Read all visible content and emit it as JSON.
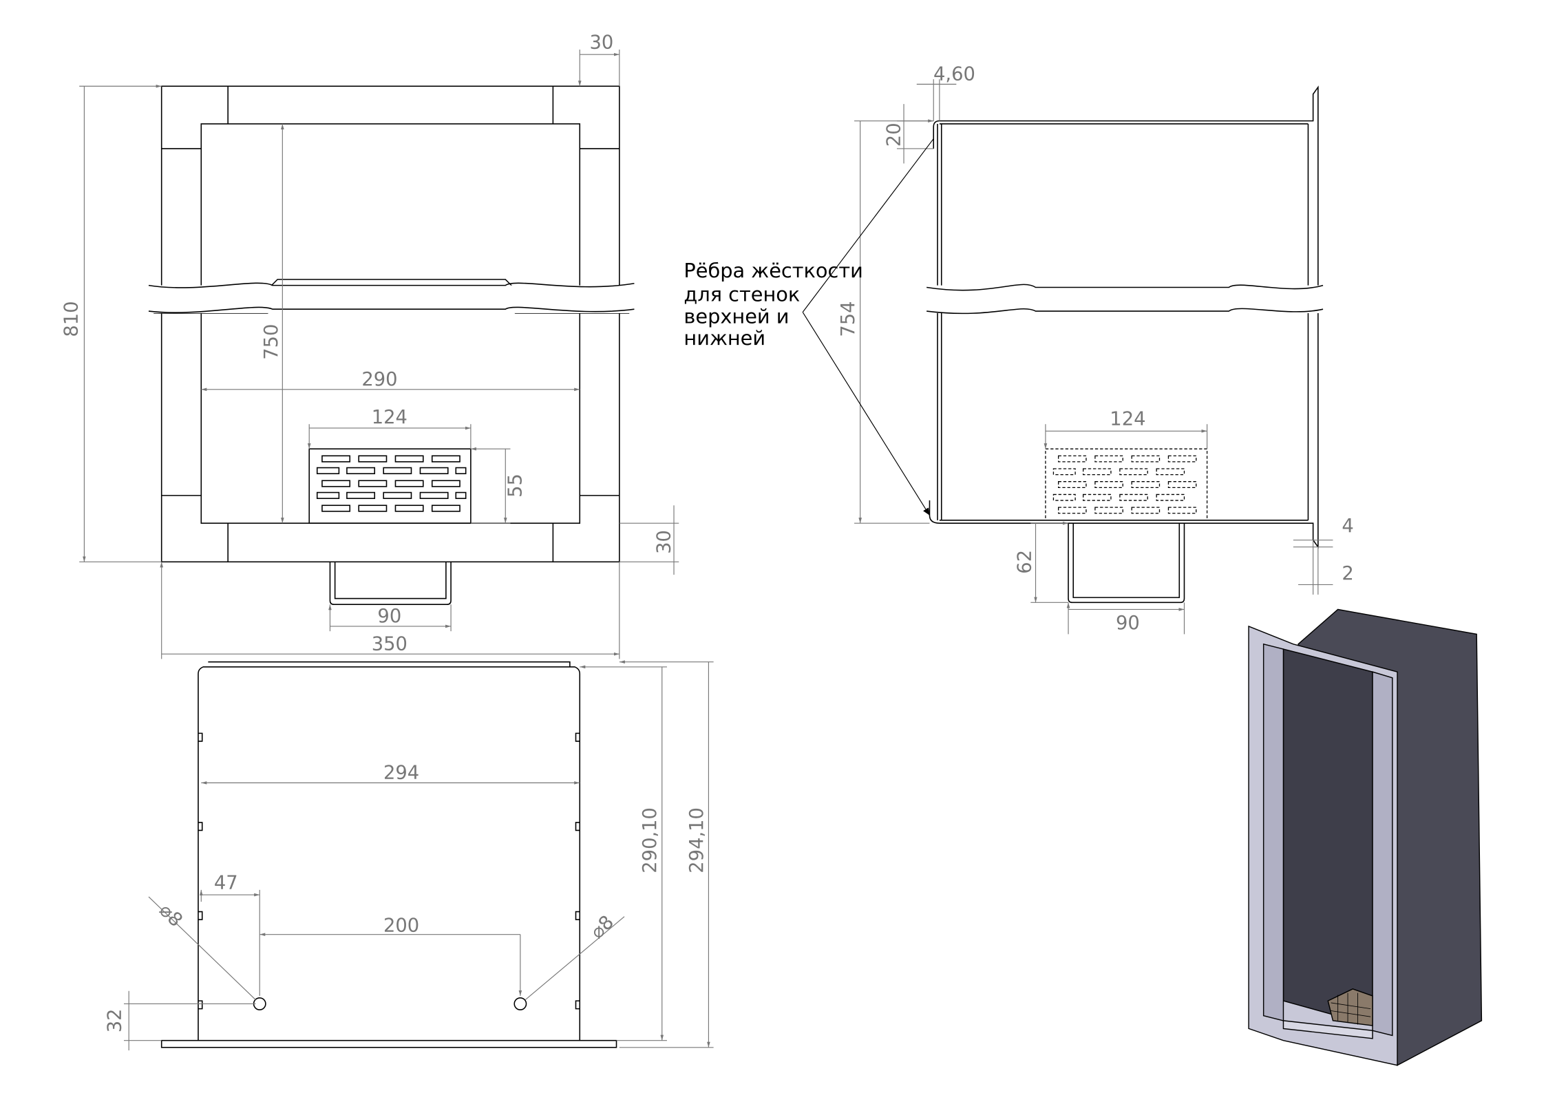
{
  "front_view": {
    "dims": {
      "top_frame": "30",
      "height_total": "810",
      "inner_height": "750",
      "inner_width": "290",
      "grille_width": "124",
      "grille_height": "55",
      "bottom_frame": "30",
      "drain_width": "90",
      "total_width": "350"
    }
  },
  "bottom_view": {
    "dims": {
      "width": "294",
      "depth_inner": "290,10",
      "depth_outer": "294,10",
      "hole_offset": "47",
      "hole_spacing": "200",
      "hole_dia_left": "⌀8",
      "hole_dia_right": "⌀8",
      "hole_height": "32"
    }
  },
  "side_view": {
    "dims": {
      "lip": "4,60",
      "lip_height": "20",
      "height": "754",
      "grille_width": "124",
      "drain_height": "62",
      "drain_width": "90",
      "flange": "4",
      "flange_gap": "2"
    },
    "note_lines": [
      "Рёбра жёсткости",
      "для стенок",
      "верхней и",
      "нижней"
    ]
  },
  "colors": {
    "line": "#000000",
    "dimension": "#777777",
    "iso_dark": "#4a4a56",
    "iso_light": "#c8c8d8"
  }
}
